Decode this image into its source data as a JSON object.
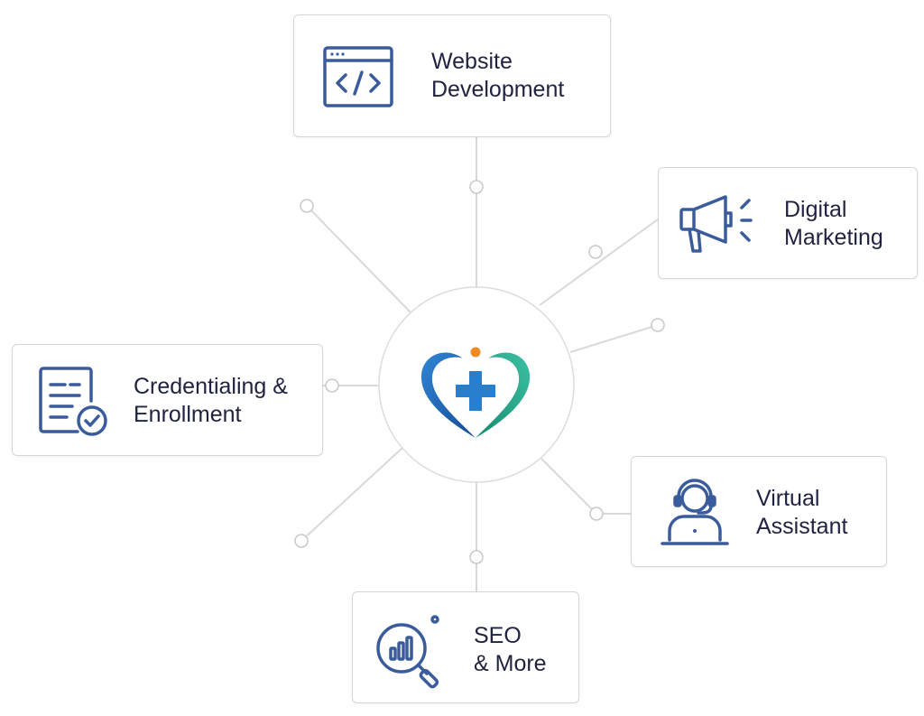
{
  "colors": {
    "icon_blue": "#3b5c9c",
    "text_dark": "#1f2240",
    "line_gray": "#d9d9d9",
    "logo_blue": "#1f6fbf",
    "logo_teal": "#2aa889",
    "logo_dot": "#f08a24"
  },
  "hub": {
    "logo_icon": "heart-medical-cross-logo"
  },
  "services": [
    {
      "id": "web",
      "line1": "Website",
      "line2": "Development",
      "icon": "code-window-icon"
    },
    {
      "id": "dm",
      "line1": "Digital",
      "line2": "Marketing",
      "icon": "megaphone-icon"
    },
    {
      "id": "cred",
      "line1": "Credentialing &",
      "line2": "Enrollment",
      "icon": "document-check-icon"
    },
    {
      "id": "va",
      "line1": "Virtual",
      "line2": "Assistant",
      "icon": "headset-agent-icon"
    },
    {
      "id": "seo",
      "line1": "SEO",
      "line2": "& More",
      "icon": "magnifier-chart-icon"
    }
  ]
}
